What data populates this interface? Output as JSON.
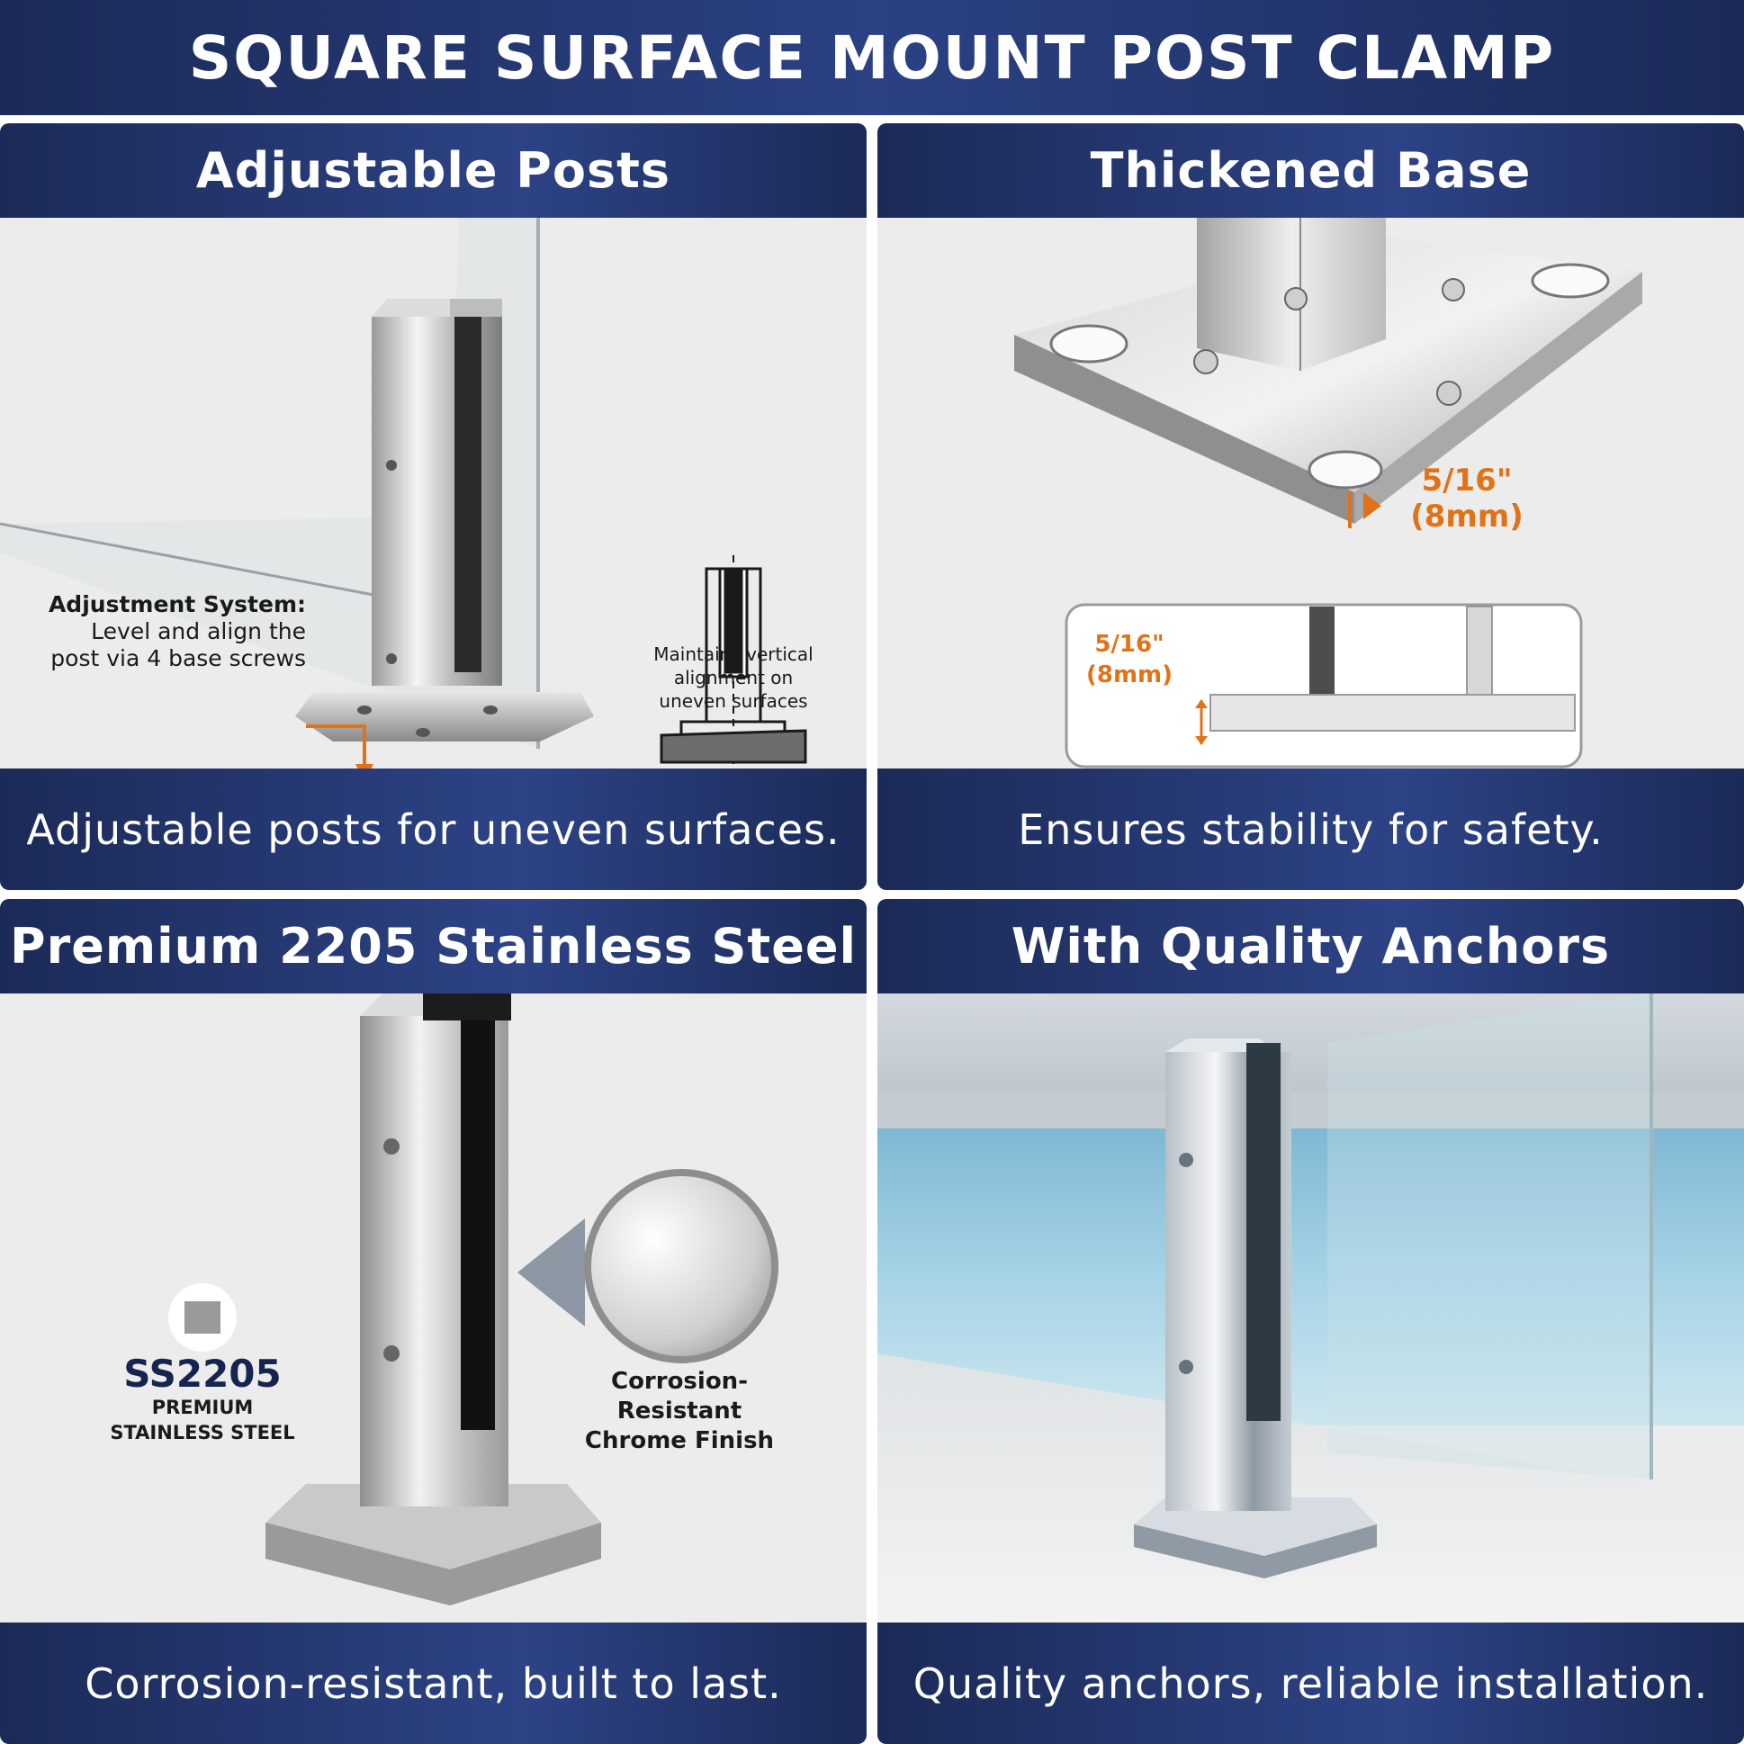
{
  "title": "SQUARE SURFACE MOUNT POST CLAMP",
  "panels": [
    {
      "header": "Adjustable Posts",
      "footer": "Adjustable posts for uneven surfaces.",
      "callout_title": "Adjustment System:",
      "callout_line1": "Level and align the",
      "callout_line2": "post via 4 base screws",
      "diagram_line1": "Maintains vertical",
      "diagram_line2": "alignment on",
      "diagram_line3": "uneven surfaces"
    },
    {
      "header": "Thickened Base",
      "footer": "Ensures stability for safety.",
      "dim_fraction": "5/16\"",
      "dim_metric": "(8mm)",
      "inset_fraction": "5/16\"",
      "inset_metric": "(8mm)"
    },
    {
      "header": "Premium 2205 Stainless Steel",
      "footer": "Corrosion-resistant, built to last.",
      "badge_code": "SS2205",
      "badge_line1": "PREMIUM",
      "badge_line2": "STAINLESS STEEL",
      "finish_line1": "Corrosion-Resistant",
      "finish_line2": "Chrome Finish"
    },
    {
      "header": "With Quality Anchors",
      "footer": "Quality anchors, reliable installation."
    }
  ],
  "colors": {
    "navy": "#1b2a57",
    "accent_orange": "#e07318",
    "panel_bg": "#ececec"
  }
}
